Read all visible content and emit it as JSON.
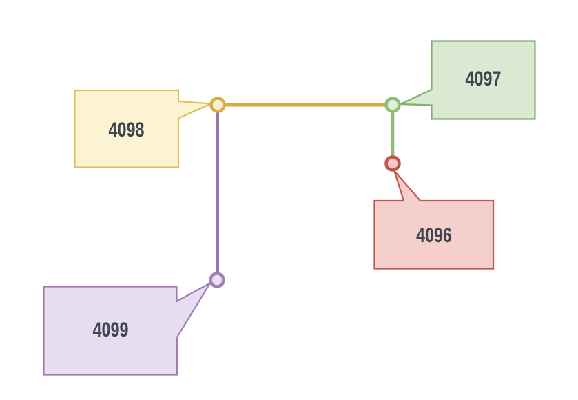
{
  "diagram": {
    "background": "#ffffff",
    "text_color": "#3e4751",
    "nodes": [
      {
        "label": "4096",
        "circle": {
          "stroke": "#c1534e",
          "fill": "#f2c9c6"
        },
        "box": {
          "stroke": "#c4534e",
          "fill": "#f5cfcc"
        }
      },
      {
        "label": "4097",
        "circle": {
          "stroke": "#8cbe79",
          "fill": "#e1eed9"
        },
        "box": {
          "stroke": "#7fb06c",
          "fill": "#d9e9d2"
        }
      },
      {
        "label": "4098",
        "circle": {
          "stroke": "#d9ac45",
          "fill": "#faf0ce"
        },
        "box": {
          "stroke": "#e0be5c",
          "fill": "#fcf3d3"
        }
      },
      {
        "label": "4099",
        "circle": {
          "stroke": "#a47eb4",
          "fill": "#e9e1f1"
        },
        "box": {
          "stroke": "#a47ab5",
          "fill": "#e6ddef"
        }
      }
    ],
    "edges": [
      {
        "from": "4098",
        "to": "4097",
        "color": "#d8a93c"
      },
      {
        "from": "4097",
        "to": "4096",
        "color": "#8cbe79"
      },
      {
        "from": "4098",
        "to": "4099",
        "color": "#9b74ae"
      }
    ]
  }
}
